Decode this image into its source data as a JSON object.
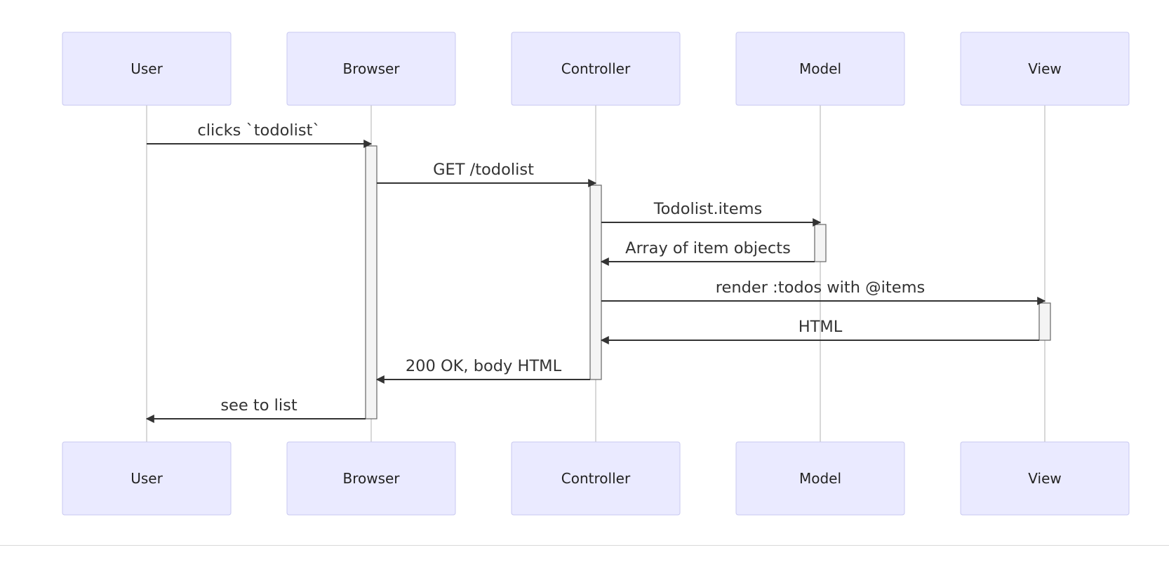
{
  "participants": [
    {
      "id": "user",
      "label": "User"
    },
    {
      "id": "browser",
      "label": "Browser"
    },
    {
      "id": "controller",
      "label": "Controller"
    },
    {
      "id": "model",
      "label": "Model"
    },
    {
      "id": "view",
      "label": "View"
    }
  ],
  "messages": [
    {
      "from": "user",
      "to": "browser",
      "text": "clicks `todolist`"
    },
    {
      "from": "browser",
      "to": "controller",
      "text": "GET /todolist"
    },
    {
      "from": "controller",
      "to": "model",
      "text": "Todolist.items"
    },
    {
      "from": "model",
      "to": "controller",
      "text": "Array of item objects"
    },
    {
      "from": "controller",
      "to": "view",
      "text": "render :todos with @items"
    },
    {
      "from": "view",
      "to": "controller",
      "text": "HTML"
    },
    {
      "from": "controller",
      "to": "browser",
      "text": "200 OK, body HTML"
    },
    {
      "from": "browser",
      "to": "user",
      "text": "see to list"
    }
  ],
  "activations": [
    {
      "participant": "browser",
      "from_message": 0,
      "to_message": 7
    },
    {
      "participant": "controller",
      "from_message": 1,
      "to_message": 6
    },
    {
      "participant": "model",
      "from_message": 2,
      "to_message": 3
    },
    {
      "participant": "view",
      "from_message": 4,
      "to_message": 5
    }
  ],
  "colors": {
    "actor_fill": "#eaeaff",
    "actor_border": "#c8c8f0",
    "line": "#333333",
    "lifeline": "#c4c4c4"
  }
}
